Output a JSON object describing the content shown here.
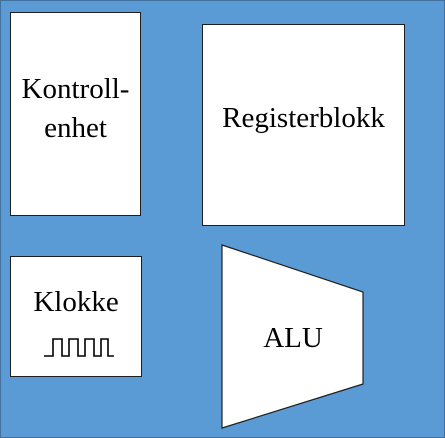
{
  "diagram": {
    "background_color": "#5b9bd5",
    "block_fill": "#ffffff",
    "outline_color": "#1f1f1f",
    "control_unit": {
      "line1": "Kontroll-",
      "line2": "enhet"
    },
    "register_block": {
      "label": "Registerblokk"
    },
    "clock": {
      "label": "Klokke",
      "icon": "square-wave-icon"
    },
    "alu": {
      "label": "ALU",
      "shape": "trapezoid"
    }
  }
}
